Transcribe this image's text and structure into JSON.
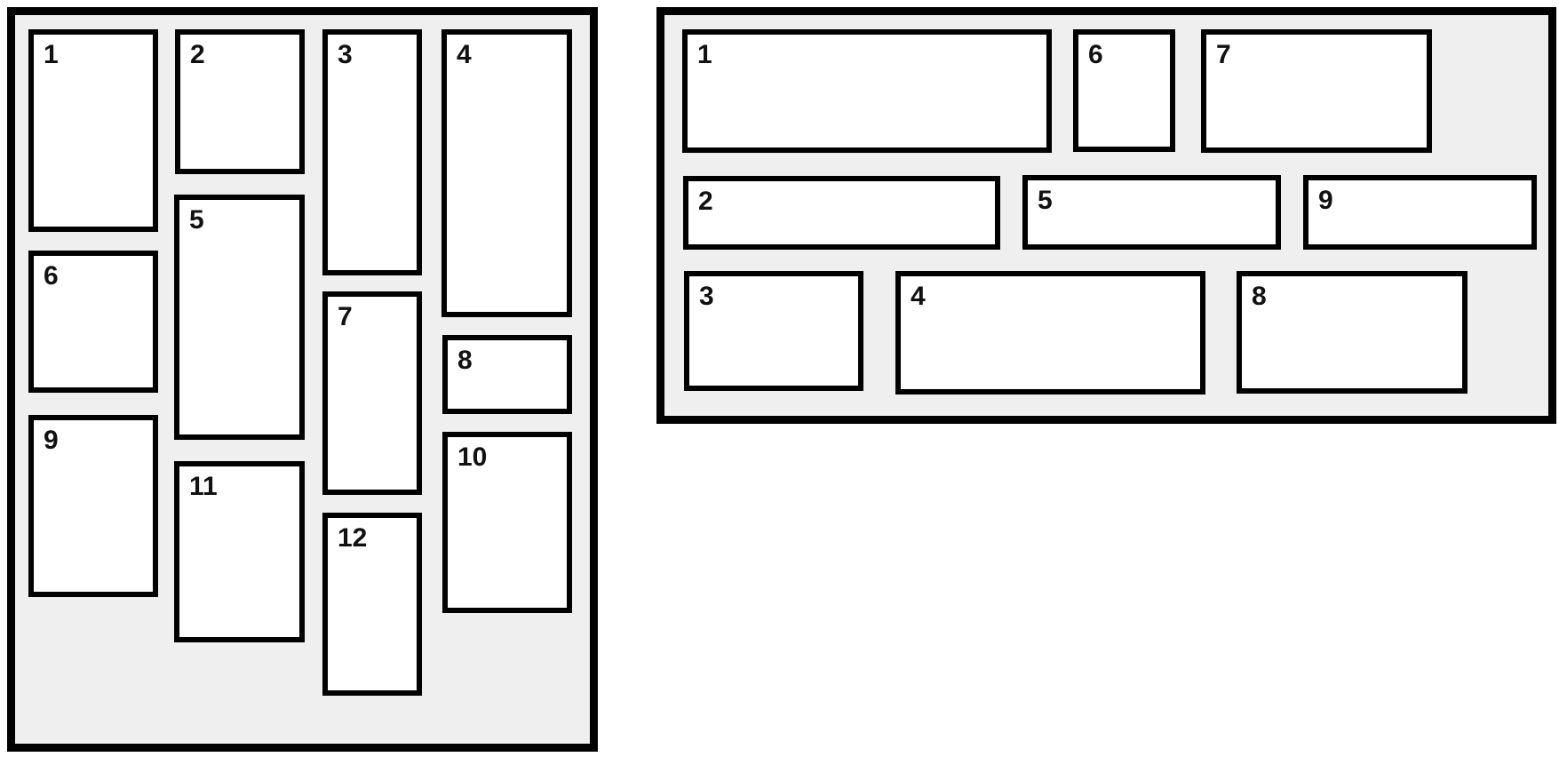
{
  "colors": {
    "page_background": "#ffffff",
    "panel_background": "#efefef",
    "box_background": "#ffffff",
    "border": "#000000",
    "label_text": "#111111"
  },
  "panels": [
    {
      "name": "column-masonry",
      "items": [
        {
          "label": "1"
        },
        {
          "label": "2"
        },
        {
          "label": "3"
        },
        {
          "label": "4"
        },
        {
          "label": "5"
        },
        {
          "label": "6"
        },
        {
          "label": "7"
        },
        {
          "label": "8"
        },
        {
          "label": "9"
        },
        {
          "label": "10"
        },
        {
          "label": "11"
        },
        {
          "label": "12"
        }
      ]
    },
    {
      "name": "row-masonry",
      "items": [
        {
          "label": "1"
        },
        {
          "label": "2"
        },
        {
          "label": "3"
        },
        {
          "label": "4"
        },
        {
          "label": "5"
        },
        {
          "label": "6"
        },
        {
          "label": "7"
        },
        {
          "label": "8"
        },
        {
          "label": "9"
        }
      ]
    }
  ]
}
